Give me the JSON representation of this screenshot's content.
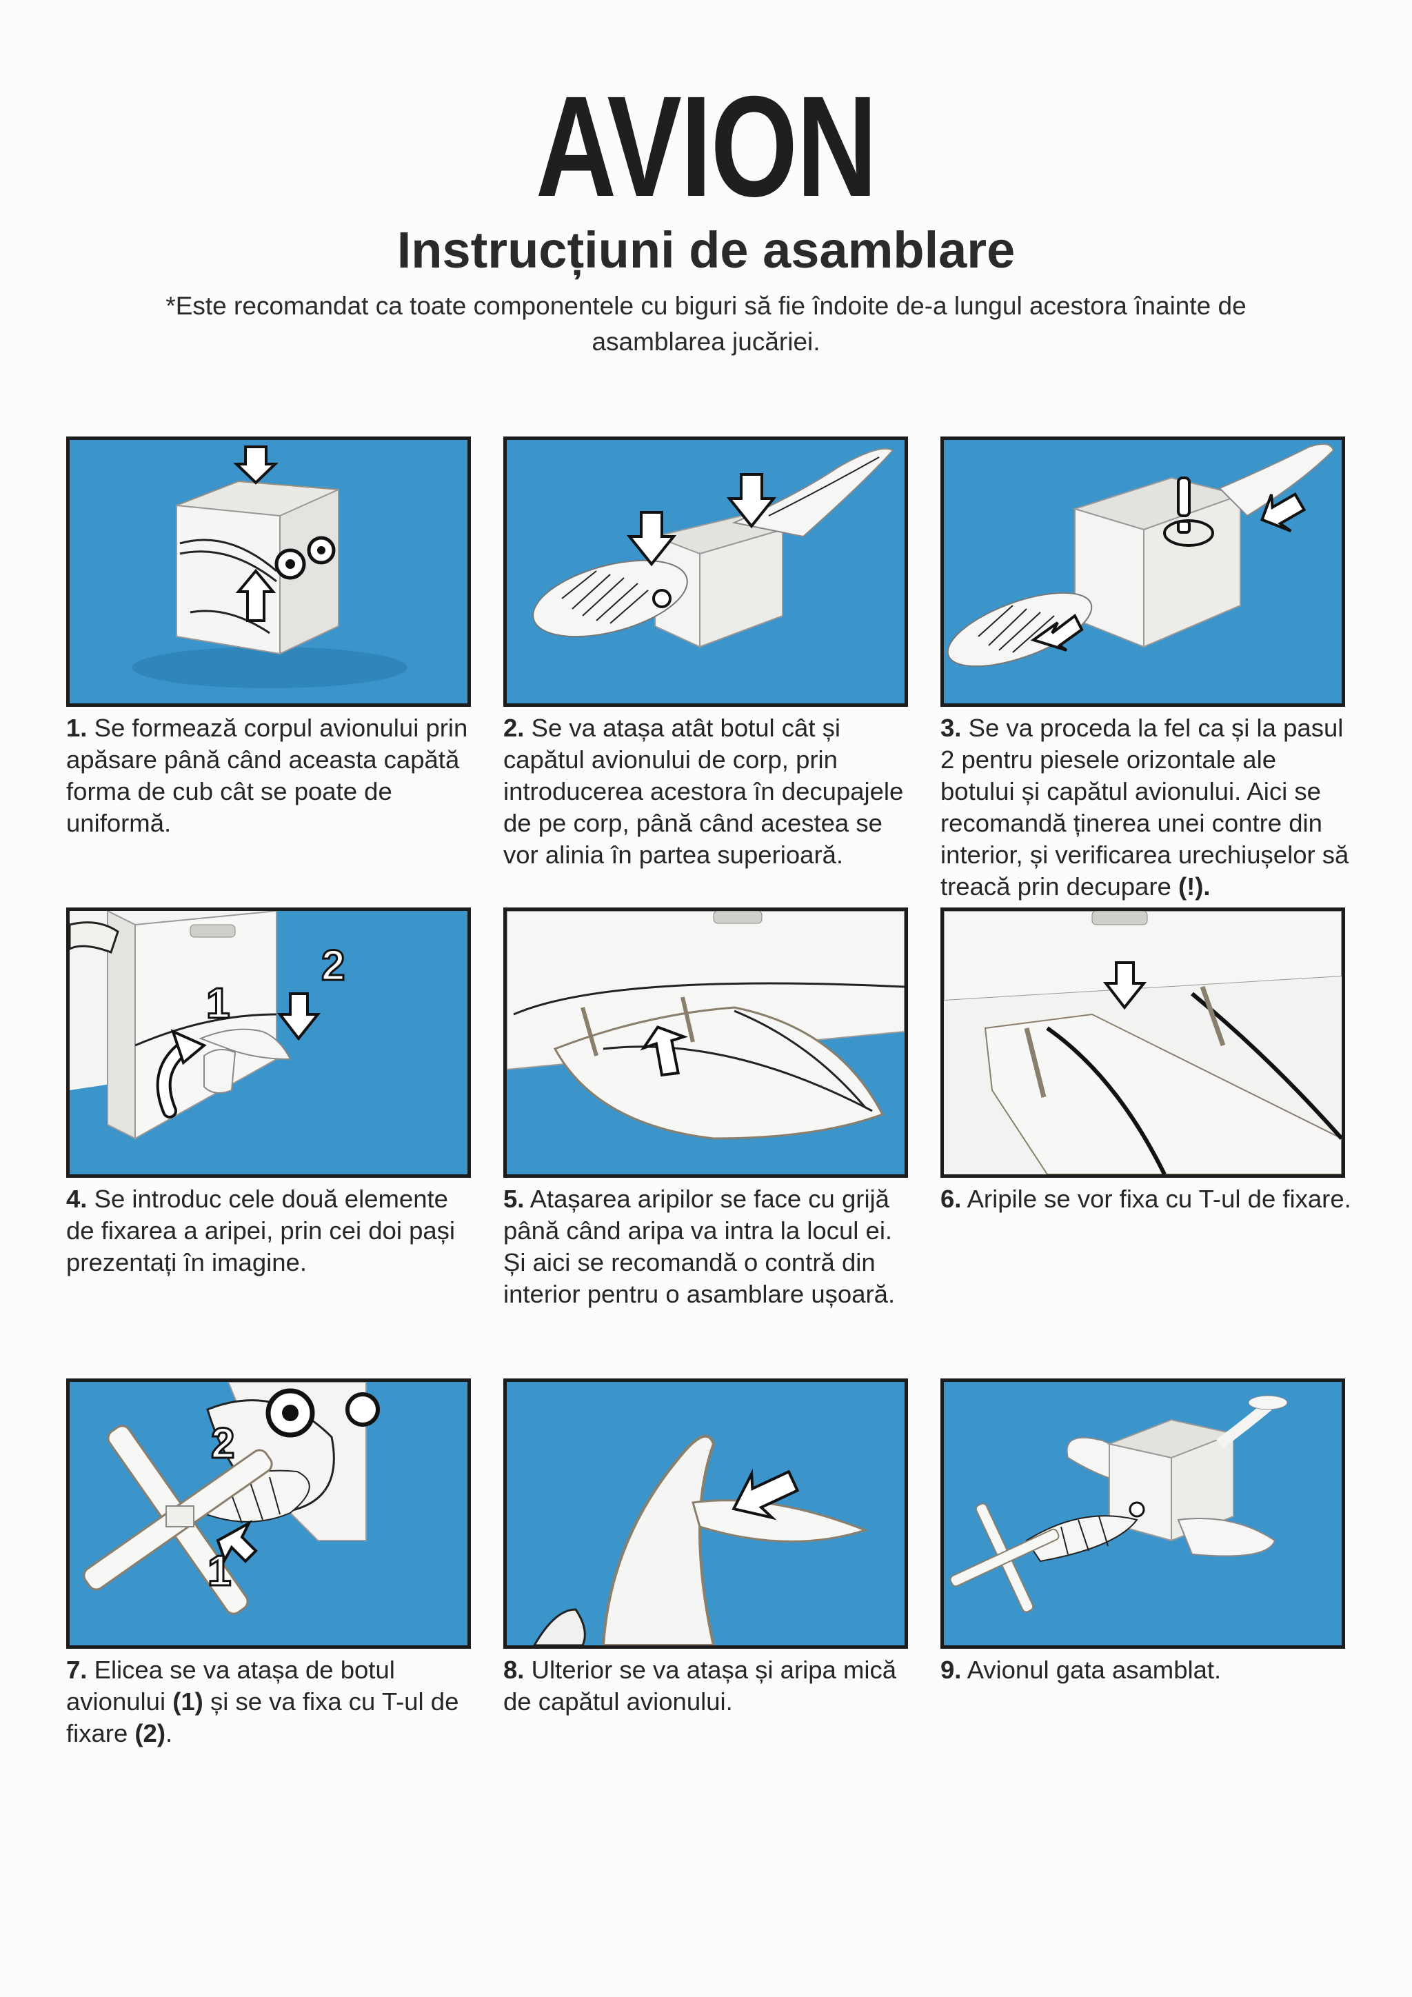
{
  "header": {
    "title": "AVION",
    "subtitle": "Instrucțiuni de asamblare",
    "note": "*Este recomandat ca toate componentele cu biguri să fie îndoite de-a lungul acestora înainte de asamblarea jucăriei."
  },
  "steps": [
    {
      "num": "1.",
      "text": " Se formează corpul avionului prin apăsare până când aceasta capătă forma de cub cât se poate de uniformă."
    },
    {
      "num": "2.",
      "text": " Se va atașa atât botul cât și capătul avionului de corp, prin introducerea acestora în decupajele de pe corp, până când acestea se vor alinia în partea superioară."
    },
    {
      "num": "3.",
      "text": " Se va proceda la fel ca și la pasul 2 pentru piesele orizontale ale botului și capătul avionului. Aici se recomandă ținerea unei contre din interior, și verificarea urechiușelor să treacă prin decupare ",
      "bold_suffix": "(!)."
    },
    {
      "num": "4.",
      "text": " Se introduc cele două elemente de fixarea a aripei, prin cei doi pași prezentați în imagine."
    },
    {
      "num": "5.",
      "text": " Atașarea aripilor se face cu grijă până când aripa va intra la locul ei. Și aici se recomandă o contră din interior pentru o asamblare ușoară."
    },
    {
      "num": "6.",
      "text": " Aripile se vor fixa cu T-ul de fixare."
    },
    {
      "num": "7.",
      "text": " Elicea se va atașa de botul avionului ",
      "bold_mid": "(1)",
      "text2": " și se va fixa cu T-ul de fixare ",
      "bold_end": "(2)",
      "text3": "."
    },
    {
      "num": "8.",
      "text": " Ulterior se va atașa și aripa mică de capătul avionului."
    },
    {
      "num": "9.",
      "text": " Avionul gata asamblat."
    }
  ],
  "photo_labels": {
    "s3_mark": "!",
    "s4_one": "1",
    "s4_two": "2",
    "s7_one": "1",
    "s7_two": "2"
  },
  "colors": {
    "photo_bg": "#3a93c9",
    "cardboard": "#f4f4f2",
    "frame": "#1c1c1c"
  }
}
